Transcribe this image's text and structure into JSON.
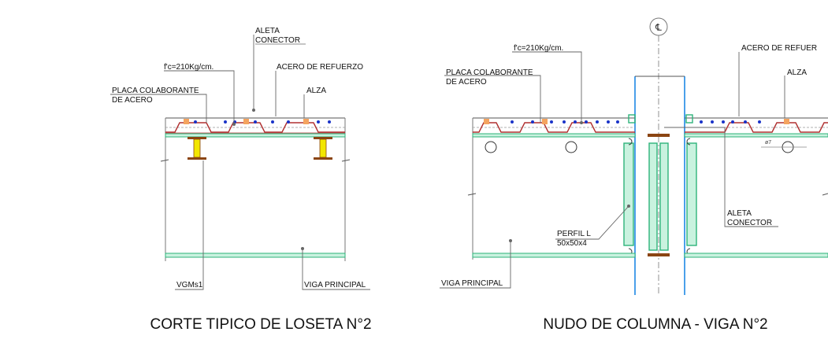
{
  "left_detail": {
    "title": "CORTE TIPICO DE LOSETA N°2",
    "labels": {
      "fin_l1": "ALETA",
      "fin_l2": "CONECTOR",
      "fc": "f'c=210Kg/cm.",
      "rebar": "ACERO DE REFUERZO",
      "deck_l1": "PLACA COLABORANTE",
      "deck_l2": "DE ACERO",
      "alza": "ALZA",
      "vgms": "VGMs1",
      "main_beam": "VIGA PRINCIPAL"
    }
  },
  "right_detail": {
    "title": "NUDO DE COLUMNA - VIGA N°2",
    "labels": {
      "centerline": "℄",
      "fc": "f'c=210Kg/cm.",
      "rebar": "ACERO DE REFUER",
      "alza": "ALZA",
      "deck_l1": "PLACA COLABORANTE",
      "deck_l2": "DE ACERO",
      "dim": "ø7",
      "fin_l1": "ALETA",
      "fin_l2": "CONECTOR",
      "angle_l1": "PERFIL L",
      "angle_l2": "50x50x4",
      "main_beam": "VIGA PRINCIPAL"
    }
  },
  "colors": {
    "beam_outline": "#2db37a",
    "beam_fill": "#c9f2df",
    "column": "#1e88e5",
    "deck": "#b03030",
    "rebar_dot": "#1a33c8",
    "alza": "#f4a460",
    "i_beam_fill": "#f2e600",
    "i_beam_flange": "#8b4513",
    "line": "#777777"
  }
}
